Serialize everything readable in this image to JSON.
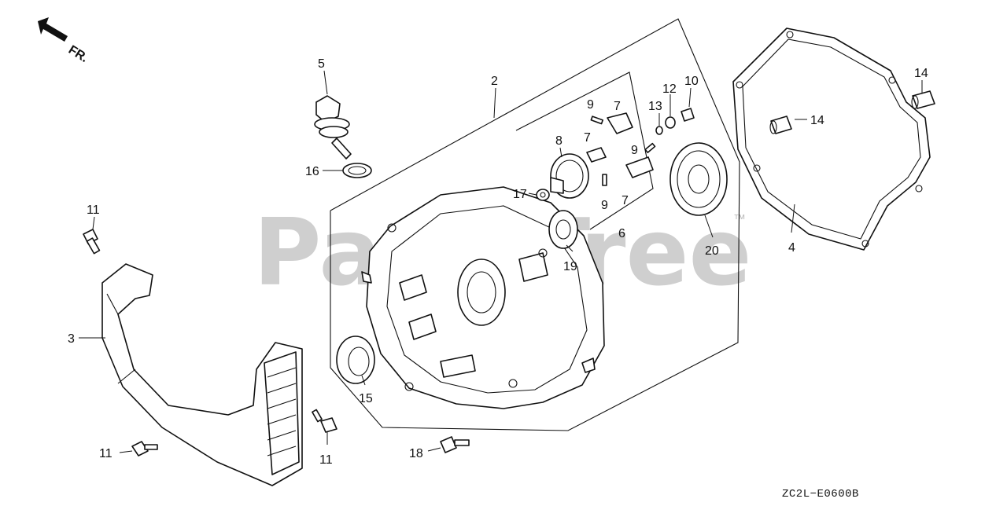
{
  "diagram": {
    "front_mark": "FR.",
    "watermark": "PartsTree",
    "trademark": "™",
    "drawing_code": "ZC2L−E0600B",
    "callouts": {
      "c2": "2",
      "c3": "3",
      "c4": "4",
      "c5": "5",
      "c6": "6",
      "c7a": "7",
      "c7b": "7",
      "c7c": "7",
      "c8": "8",
      "c9a": "9",
      "c9b": "9",
      "c9c": "9",
      "c10": "10",
      "c11a": "11",
      "c11b": "11",
      "c11c": "11",
      "c12": "12",
      "c13": "13",
      "c14a": "14",
      "c14b": "14",
      "c15": "15",
      "c16": "16",
      "c17": "17",
      "c18": "18",
      "c19": "19",
      "c20": "20"
    }
  }
}
